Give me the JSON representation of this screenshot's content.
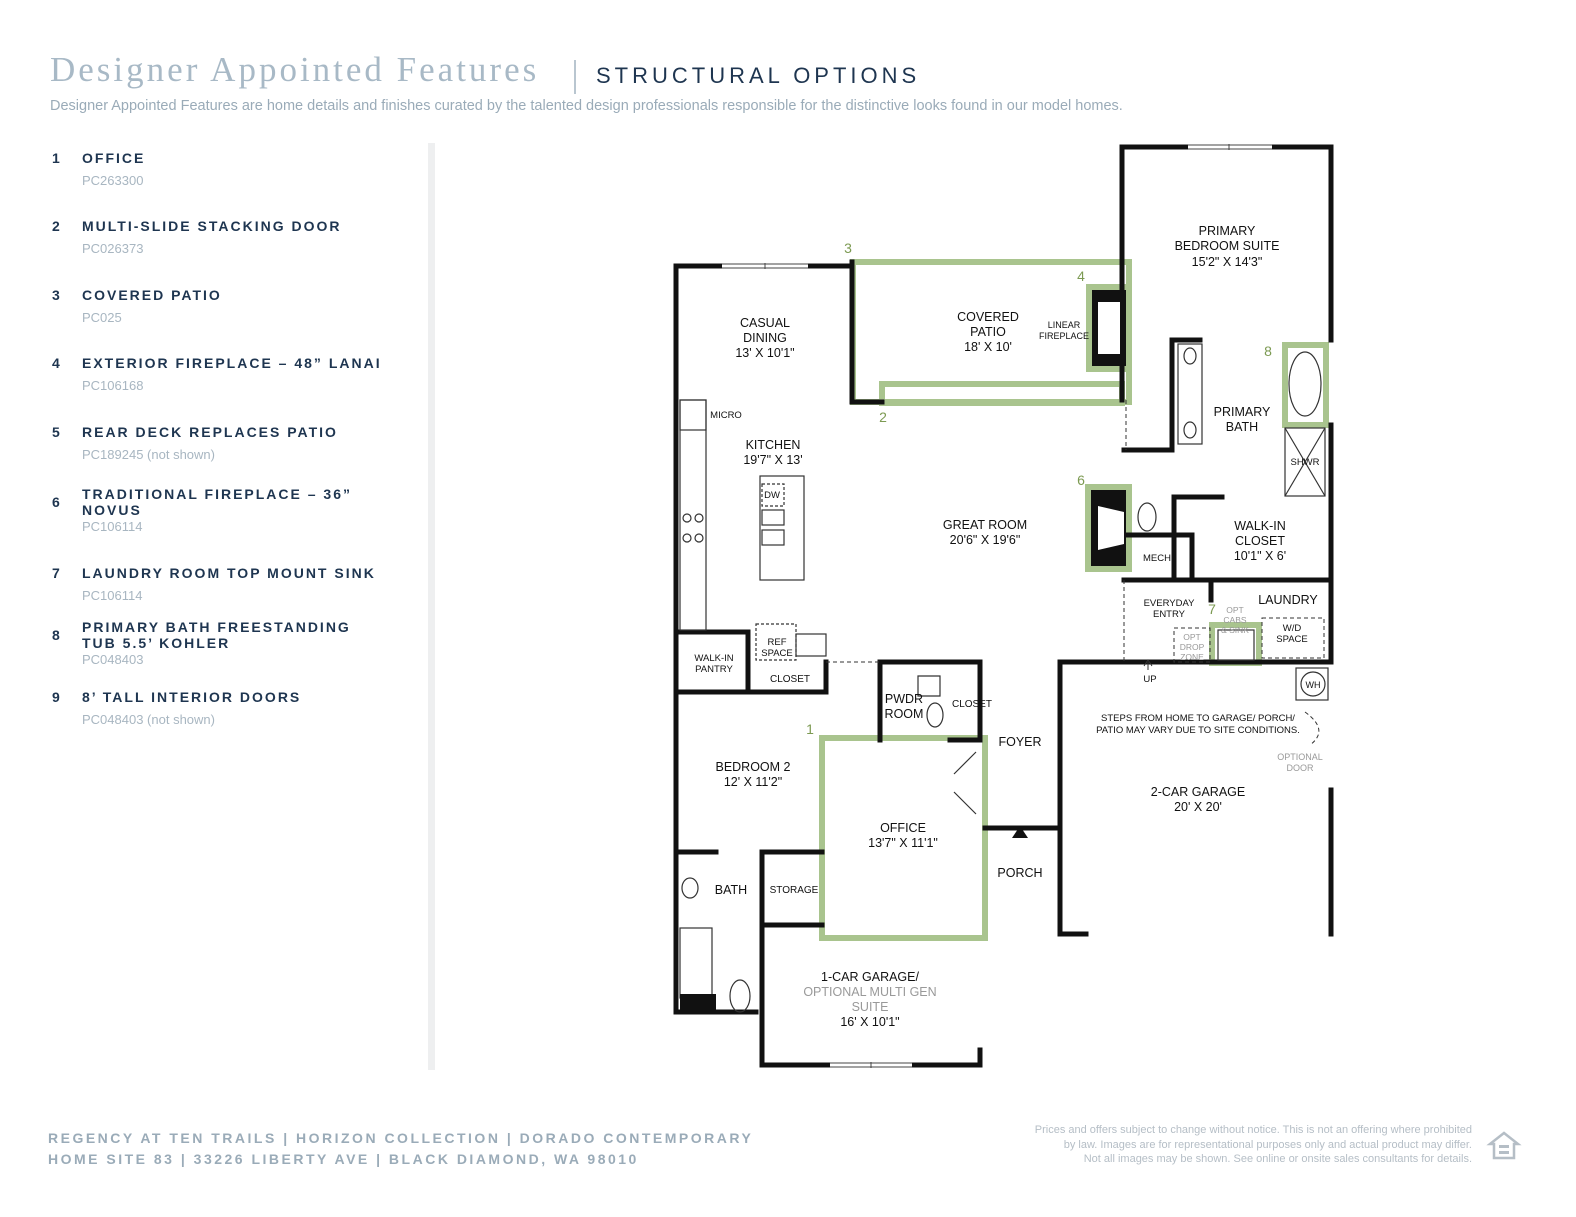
{
  "header": {
    "title": "Designer Appointed Features",
    "subtitle": "STRUCTURAL OPTIONS",
    "description": "Designer Appointed Features are home details and finishes curated by the talented design professionals responsible for the distinctive looks found in our model homes."
  },
  "options": [
    {
      "num": "1",
      "title": "OFFICE",
      "code": "PC263300"
    },
    {
      "num": "2",
      "title": "MULTI-SLIDE STACKING DOOR",
      "code": "PC026373"
    },
    {
      "num": "3",
      "title": "COVERED PATIO",
      "code": "PC025"
    },
    {
      "num": "4",
      "title": "EXTERIOR FIREPLACE – 48” LANAI",
      "code": "PC106168"
    },
    {
      "num": "5",
      "title": "REAR DECK REPLACES PATIO",
      "code": "PC189245 (not shown)"
    },
    {
      "num": "6",
      "title": "TRADITIONAL FIREPLACE – 36” NOVUS",
      "code": "PC106114"
    },
    {
      "num": "7",
      "title": "LAUNDRY ROOM TOP MOUNT SINK",
      "code": "PC106114"
    },
    {
      "num": "8",
      "title": "PRIMARY BATH FREESTANDING TUB 5.5’ KOHLER",
      "code": "PC048403"
    },
    {
      "num": "9",
      "title": "8’ TALL INTERIOR DOORS",
      "code": "PC048403 (not shown)"
    }
  ],
  "rooms": {
    "primary_suite": [
      "PRIMARY",
      "BEDROOM SUITE",
      "15'2\" X 14'3\""
    ],
    "casual_dining": [
      "CASUAL",
      "DINING",
      "13' X 10'1\""
    ],
    "covered_patio": [
      "COVERED",
      "PATIO",
      "18' X 10'"
    ],
    "linear_fireplace": [
      "LINEAR",
      "FIREPLACE"
    ],
    "micro": "MICRO",
    "kitchen": [
      "KITCHEN",
      "19'7\" X 13'"
    ],
    "dw": "DW",
    "primary_bath": [
      "PRIMARY",
      "BATH"
    ],
    "shwr": "SHWR",
    "great_room": [
      "GREAT ROOM",
      "20'6\" X 19'6\""
    ],
    "walkin_closet": [
      "WALK-IN",
      "CLOSET",
      "10'1\" X 6'"
    ],
    "mech": "MECH",
    "everyday_entry": [
      "EVERYDAY",
      "ENTRY"
    ],
    "laundry": "LAUNDRY",
    "opt_cabs": [
      "OPT",
      "CABS",
      "& SINK"
    ],
    "opt_drop": [
      "OPT",
      "DROP",
      "ZONE"
    ],
    "wd_space": [
      "W/D",
      "SPACE"
    ],
    "up": "UP",
    "wh": "WH",
    "walkin_pantry": [
      "WALK-IN",
      "PANTRY"
    ],
    "ref_space": [
      "REF",
      "SPACE"
    ],
    "closet": "CLOSET",
    "pwdr_room": [
      "PWDR",
      "ROOM"
    ],
    "foyer": "FOYER",
    "garage_note": [
      "STEPS FROM HOME TO GARAGE/ PORCH/",
      "PATIO MAY VARY DUE TO SITE CONDITIONS."
    ],
    "optional_door": [
      "OPTIONAL",
      "DOOR"
    ],
    "bedroom2": [
      "BEDROOM 2",
      "12' X 11'2\""
    ],
    "office": [
      "OFFICE",
      "13'7\" X 11'1\""
    ],
    "two_car_garage": [
      "2-CAR GARAGE",
      "20' X 20'"
    ],
    "porch": "PORCH",
    "bath": "BATH",
    "storage": "STORAGE",
    "one_car_garage": [
      "1-CAR GARAGE/",
      "OPTIONAL MULTI GEN",
      "SUITE",
      "16' X 10'1\""
    ]
  },
  "callouts": [
    "1",
    "2",
    "3",
    "4",
    "6",
    "7",
    "8"
  ],
  "footer": {
    "line1": "REGENCY AT TEN TRAILS  |  HORIZON COLLECTION  |  DORADO CONTEMPORARY",
    "line2": "HOME SITE 83  |  33226 LIBERTY AVE  |  BLACK DIAMOND, WA 98010",
    "legal": [
      "Prices and offers subject to change without notice. This is not an offering where prohibited",
      "by law. Images are for representational purposes only and actual product may differ.",
      "Not all images may be shown. See online or onsite sales consultants for details."
    ]
  },
  "colors": {
    "navy": "#1e3550",
    "highlight": "#a9c48e",
    "callout": "#7c9a52",
    "wall": "#111111"
  }
}
